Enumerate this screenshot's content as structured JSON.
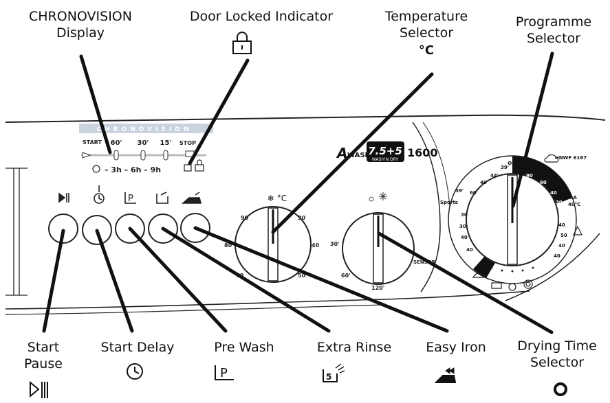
{
  "labels": {
    "chronovision_line1": "CHRONOVISION",
    "chronovision_line2": "Display",
    "door_locked": "Door Locked Indicator",
    "temperature_line1": "Temperature",
    "temperature_line2": "Selector",
    "temperature_symbol": "°C",
    "programme_line1": "Programme",
    "programme_line2": "Selector",
    "start_pause_line1": "Start",
    "start_pause_line2": "Pause",
    "start_delay": "Start Delay",
    "pre_wash": "Pre Wash",
    "extra_rinse": "Extra Rinse",
    "easy_iron": "Easy Iron",
    "drying_time_line1": "Drying Time",
    "drying_time_line2": "Selector"
  },
  "panel": {
    "chrono_banner": "CHRONOVISION",
    "chrono_steps": [
      "START",
      "60'",
      "30'",
      "15'",
      "STOP"
    ],
    "delay_steps": "– 3h – 6h – 9h",
    "brand_prefix": "A",
    "brand_wash": "WASH",
    "badge_main": "7.5+5",
    "badge_sub": "WASH'N DRY",
    "spin_speed": "1600",
    "model": "HNWF 6167",
    "temp_dial_unit": "❄ °C",
    "temp_scale": [
      "90",
      "30",
      "80",
      "40",
      "70",
      "50"
    ],
    "dry_scale": [
      "30'",
      "60'",
      "120'"
    ],
    "dry_sensor": "SENSOR",
    "prog_off": "OFF",
    "prog_right_scale": [
      "90",
      "60",
      "40",
      "30",
      "AA",
      "40°C",
      "40",
      "50",
      "40",
      "40"
    ],
    "prog_left_scale": [
      "44'",
      "59'",
      "39'",
      "40",
      "60",
      "Sports",
      "30",
      "30",
      "40",
      "40"
    ]
  },
  "icons": [
    "start-pause-icon",
    "clock-icon",
    "prewash-icon",
    "extra-rinse-icon",
    "easy-iron-icon",
    "padlock-icon",
    "drying-circle-icon"
  ]
}
